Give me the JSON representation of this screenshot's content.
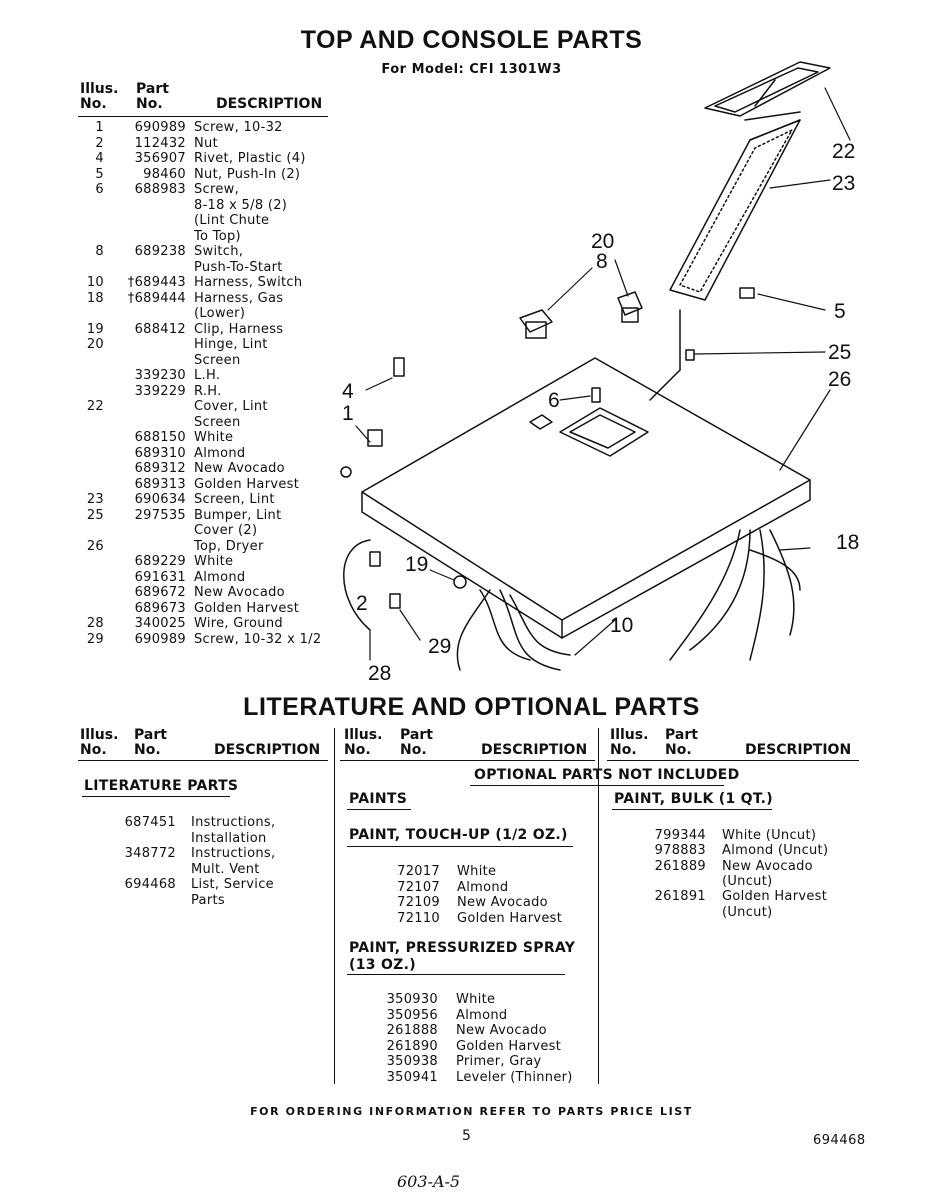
{
  "title": "TOP AND CONSOLE PARTS",
  "subtitle": "For Model: CFI 1301W3",
  "table_headers": {
    "illus_top": "Illus.",
    "illus_bottom": "No.",
    "part_top": "Part",
    "part_bottom": "No.",
    "description": "DESCRIPTION"
  },
  "top_parts": [
    {
      "illus": "1",
      "part": "690989",
      "desc": "Screw, 10-32"
    },
    {
      "illus": "2",
      "part": "112432",
      "desc": "Nut"
    },
    {
      "illus": "4",
      "part": "356907",
      "desc": "Rivet, Plastic (4)"
    },
    {
      "illus": "5",
      "part": "98460",
      "desc": "Nut, Push-In (2)"
    },
    {
      "illus": "6",
      "part": "688983",
      "desc": "Screw,"
    },
    {
      "illus": "",
      "part": "",
      "desc": "8-18 x 5/8 (2)"
    },
    {
      "illus": "",
      "part": "",
      "desc": "(Lint Chute"
    },
    {
      "illus": "",
      "part": "",
      "desc": "To Top)"
    },
    {
      "illus": "8",
      "part": "689238",
      "desc": "Switch,"
    },
    {
      "illus": "",
      "part": "",
      "desc": "Push-To-Start"
    },
    {
      "illus": "10",
      "part": "†689443",
      "desc": "Harness, Switch"
    },
    {
      "illus": "18",
      "part": "†689444",
      "desc": "Harness, Gas"
    },
    {
      "illus": "",
      "part": "",
      "desc": "(Lower)"
    },
    {
      "illus": "19",
      "part": "688412",
      "desc": "Clip, Harness"
    },
    {
      "illus": "20",
      "part": "",
      "desc": "Hinge, Lint"
    },
    {
      "illus": "",
      "part": "",
      "desc": "Screen"
    },
    {
      "illus": "",
      "part": "339230",
      "desc": "L.H."
    },
    {
      "illus": "",
      "part": "339229",
      "desc": "R.H."
    },
    {
      "illus": "22",
      "part": "",
      "desc": "Cover, Lint"
    },
    {
      "illus": "",
      "part": "",
      "desc": "Screen"
    },
    {
      "illus": "",
      "part": "688150",
      "desc": "White"
    },
    {
      "illus": "",
      "part": "689310",
      "desc": "Almond"
    },
    {
      "illus": "",
      "part": "689312",
      "desc": "New Avocado"
    },
    {
      "illus": "",
      "part": "689313",
      "desc": "Golden Harvest"
    },
    {
      "illus": "23",
      "part": "690634",
      "desc": "Screen, Lint"
    },
    {
      "illus": "25",
      "part": "297535",
      "desc": "Bumper, Lint"
    },
    {
      "illus": "",
      "part": "",
      "desc": "Cover (2)"
    },
    {
      "illus": "26",
      "part": "",
      "desc": "Top, Dryer"
    },
    {
      "illus": "",
      "part": "689229",
      "desc": "White"
    },
    {
      "illus": "",
      "part": "691631",
      "desc": "Almond"
    },
    {
      "illus": "",
      "part": "689672",
      "desc": "New Avocado"
    },
    {
      "illus": "",
      "part": "689673",
      "desc": "Golden Harvest"
    },
    {
      "illus": "28",
      "part": "340025",
      "desc": "Wire, Ground"
    },
    {
      "illus": "29",
      "part": "690989",
      "desc": "Screw, 10-32 x 1/2"
    }
  ],
  "callouts": [
    "22",
    "23",
    "20",
    "8",
    "5",
    "25",
    "26",
    "4",
    "6",
    "1",
    "18",
    "19",
    "2",
    "10",
    "29",
    "28"
  ],
  "lit_title": "LITERATURE AND OPTIONAL PARTS",
  "lit_section": "LITERATURE PARTS",
  "lit_parts": [
    {
      "part": "687451",
      "desc": "Instructions,"
    },
    {
      "part": "",
      "desc": "Installation"
    },
    {
      "part": "348772",
      "desc": "Instructions,"
    },
    {
      "part": "",
      "desc": "Mult. Vent"
    },
    {
      "part": "694468",
      "desc": "List, Service"
    },
    {
      "part": "",
      "desc": "Parts"
    }
  ],
  "optional_banner": "OPTIONAL PARTS NOT INCLUDED",
  "paints_label": "PAINTS",
  "touchup_label": "PAINT, TOUCH-UP (1/2 OZ.)",
  "touchup": [
    {
      "part": "72017",
      "desc": "White"
    },
    {
      "part": "72107",
      "desc": "Almond"
    },
    {
      "part": "72109",
      "desc": "New Avocado"
    },
    {
      "part": "72110",
      "desc": "Golden Harvest"
    }
  ],
  "spray_label_1": "PAINT, PRESSURIZED SPRAY",
  "spray_label_2": "(13 OZ.)",
  "spray": [
    {
      "part": "350930",
      "desc": "White"
    },
    {
      "part": "350956",
      "desc": "Almond"
    },
    {
      "part": "261888",
      "desc": "New Avocado"
    },
    {
      "part": "261890",
      "desc": "Golden Harvest"
    },
    {
      "part": "350938",
      "desc": "Primer, Gray"
    },
    {
      "part": "350941",
      "desc": "Leveler (Thinner)"
    }
  ],
  "bulk_label": "PAINT, BULK (1 QT.)",
  "bulk": [
    {
      "part": "799344",
      "desc": "White (Uncut)"
    },
    {
      "part": "978883",
      "desc": "Almond (Uncut)"
    },
    {
      "part": "261889",
      "desc": "New Avocado"
    },
    {
      "part": "",
      "desc": "(Uncut)"
    },
    {
      "part": "261891",
      "desc": "Golden Harvest"
    },
    {
      "part": "",
      "desc": "(Uncut)"
    }
  ],
  "footer_note": "FOR ORDERING INFORMATION REFER TO PARTS PRICE LIST",
  "page_number": "5",
  "doc_number": "694468",
  "handwritten": "603-A-5"
}
